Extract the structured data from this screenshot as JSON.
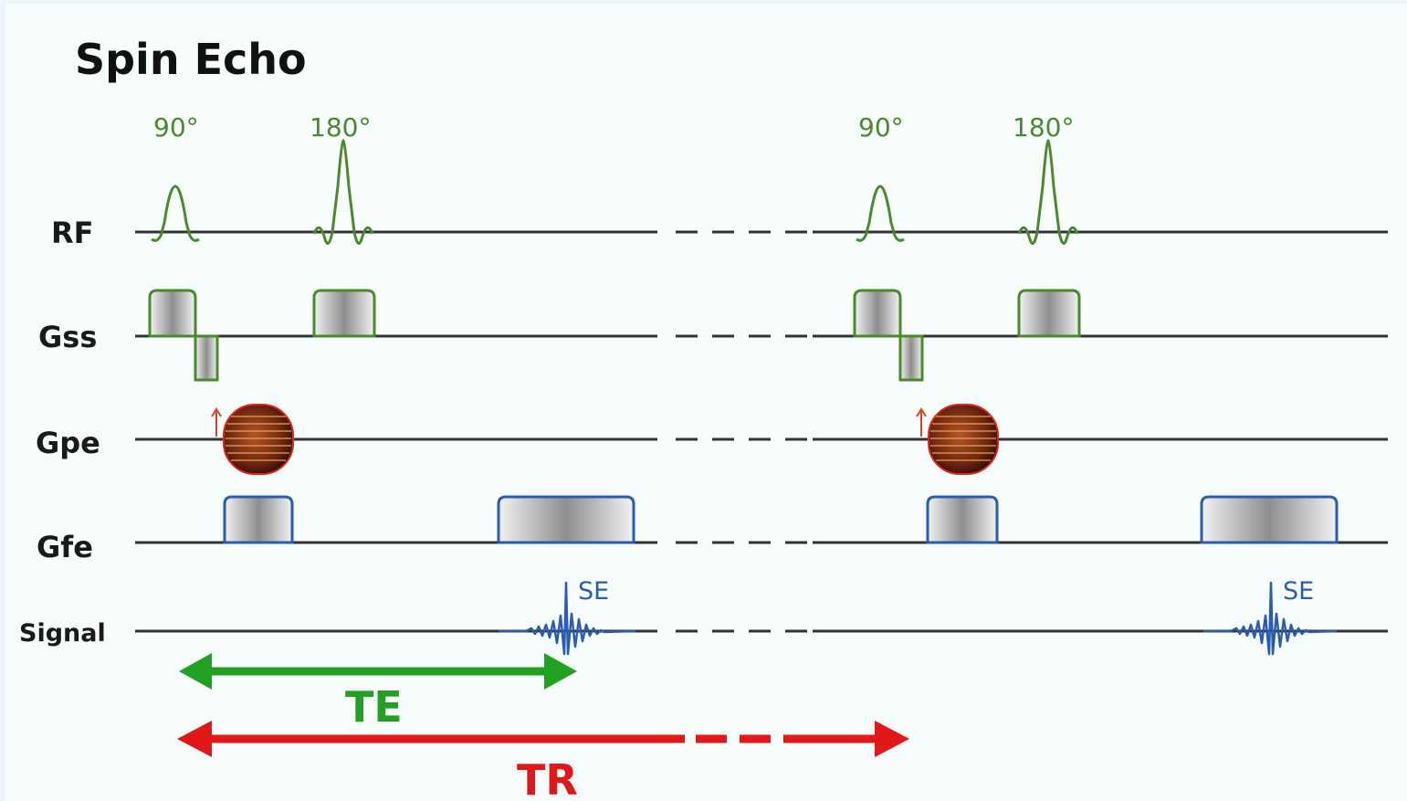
{
  "title": "Spin Echo",
  "rows": {
    "rf": "RF",
    "gss": "Gss",
    "gpe": "Gpe",
    "gfe": "Gfe",
    "signal": "Signal"
  },
  "pulses": {
    "excitation": "90°",
    "refocusing": "180°"
  },
  "echo_label": "SE",
  "intervals": {
    "te": "TE",
    "tr": "TR"
  },
  "colors": {
    "rf_pulse": "#4a8a2c",
    "slice_gradient": "#4a8a2c",
    "phase_gradient": "#c0261a",
    "frequency_gradient": "#2a5db0",
    "signal": "#2a5db0",
    "te_arrow": "#22a022",
    "tr_arrow": "#e01818"
  }
}
